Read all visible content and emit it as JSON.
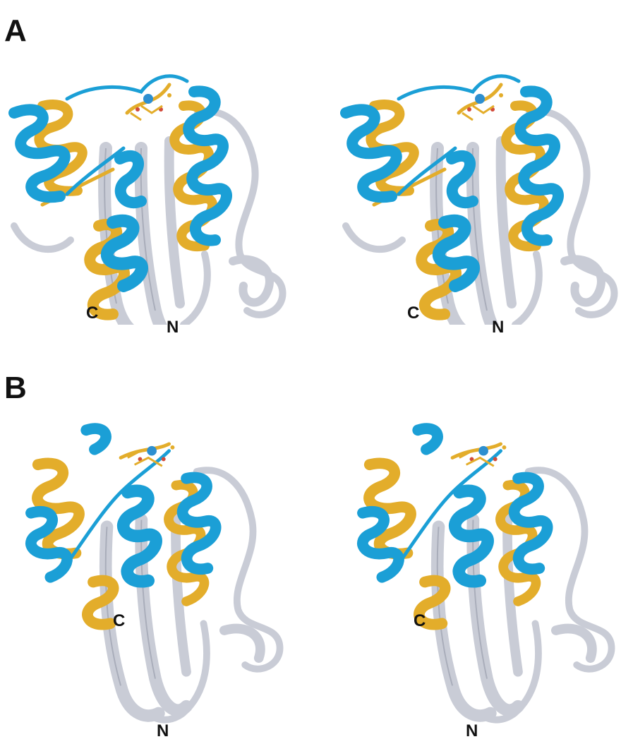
{
  "figure": {
    "panels": [
      {
        "id": "A",
        "label": "A",
        "c_label": "C",
        "n_label": "N"
      },
      {
        "id": "B",
        "label": "B",
        "c_label": "C",
        "n_label": "N"
      }
    ],
    "colors": {
      "background": "#ffffff",
      "helix_blue": "#1b9fd6",
      "helix_gold": "#e3ad2b",
      "core_grey": "#c9ccd6",
      "core_grey_dark": "#a9adba",
      "metal_blue": "#2d8fd0",
      "atom_red": "#d24a3a"
    },
    "view": "stereo pair of protein ribbon structures (superposition)"
  }
}
